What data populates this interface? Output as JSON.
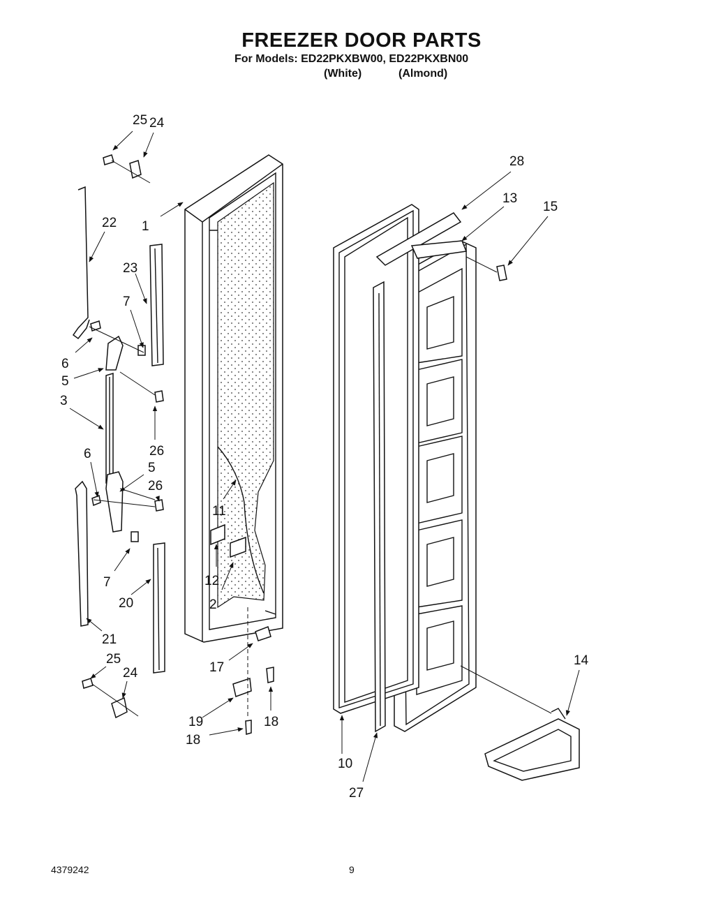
{
  "header": {
    "title": "FREEZER DOOR PARTS",
    "subtitle": "For Models: ED22PKXBW00, ED22PKXBN00",
    "color_white": "(White)",
    "color_almond": "(Almond)"
  },
  "footer": {
    "document_number": "4379242",
    "page_number": "9"
  },
  "callouts": [
    "25",
    "24",
    "22",
    "1",
    "23",
    "7",
    "6",
    "5",
    "3",
    "26",
    "6",
    "5",
    "26",
    "11",
    "12",
    "2",
    "7",
    "20",
    "21",
    "25",
    "24",
    "17",
    "19",
    "18",
    "18",
    "28",
    "13",
    "15",
    "10",
    "27",
    "14"
  ]
}
